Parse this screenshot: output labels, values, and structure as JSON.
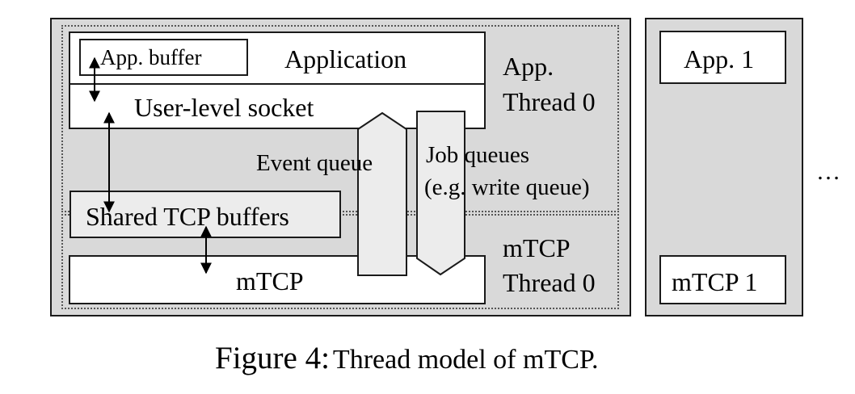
{
  "diagram": {
    "app_buffer": "App. buffer",
    "application": "Application",
    "user_level_socket": "User-level socket",
    "app_thread_line1": "App.",
    "app_thread_line2": "Thread 0",
    "event_queue": "Event queue",
    "job_queues_line1": "Job queues",
    "job_queues_line2": "(e.g. write queue)",
    "shared_tcp_buffers": "Shared TCP buffers",
    "mtcp": "mTCP",
    "mtcp_thread_line1": "mTCP",
    "mtcp_thread_line2": "Thread 0",
    "app1": "App. 1",
    "mtcp1": "mTCP 1",
    "ellipsis": "…"
  },
  "caption": {
    "prefix": "Figure 4:",
    "text": "Thread model of mTCP."
  }
}
